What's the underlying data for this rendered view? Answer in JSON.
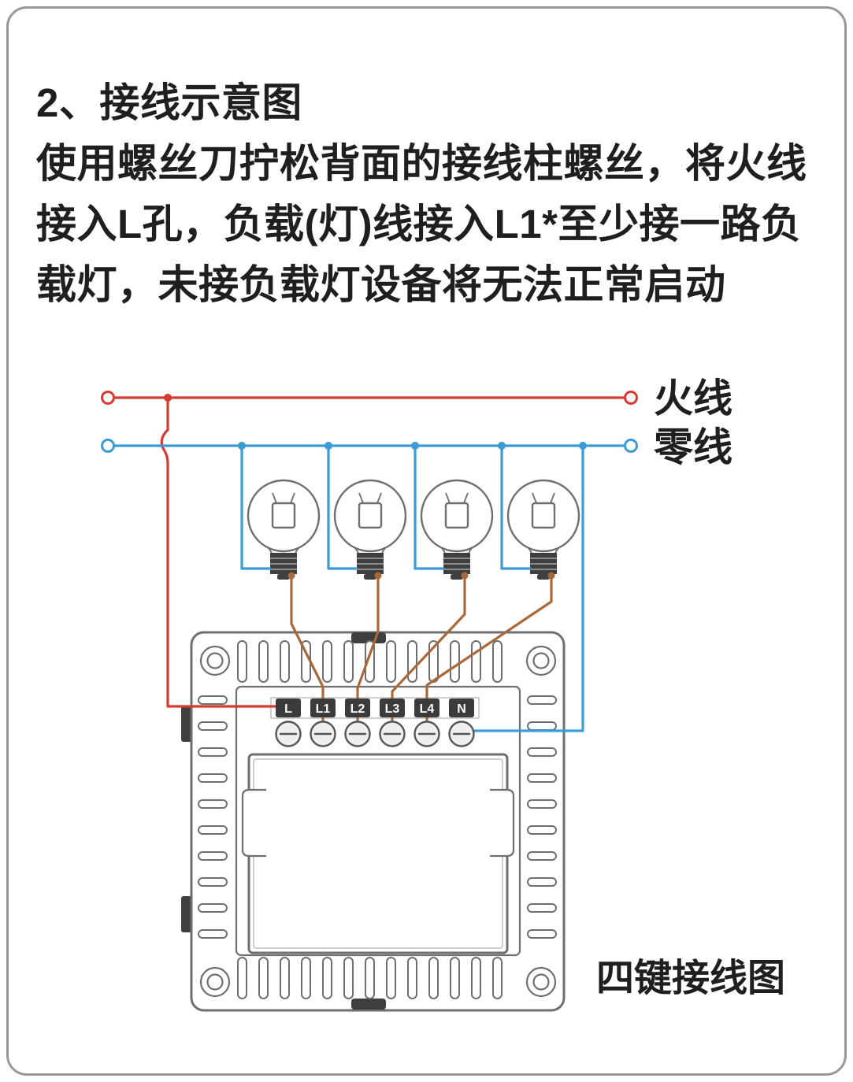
{
  "title": "2、接线示意图",
  "instruction_lines": [
    "使用螺丝刀拧松背面的接线柱螺丝，将火线",
    "接入L孔，负载(灯)线接入L1*至少接一路负",
    "载灯，未接负载灯设备将无法正常启动"
  ],
  "diagram": {
    "live_wire_label": "火线",
    "neutral_wire_label": "零线",
    "caption": "四键接线图",
    "terminals": [
      "L",
      "L1",
      "L2",
      "L3",
      "L4",
      "N"
    ],
    "colors": {
      "live": "#d93a30",
      "neutral": "#3a9bd5",
      "load": "#a8683a",
      "outline": "#6f6f6f"
    }
  }
}
